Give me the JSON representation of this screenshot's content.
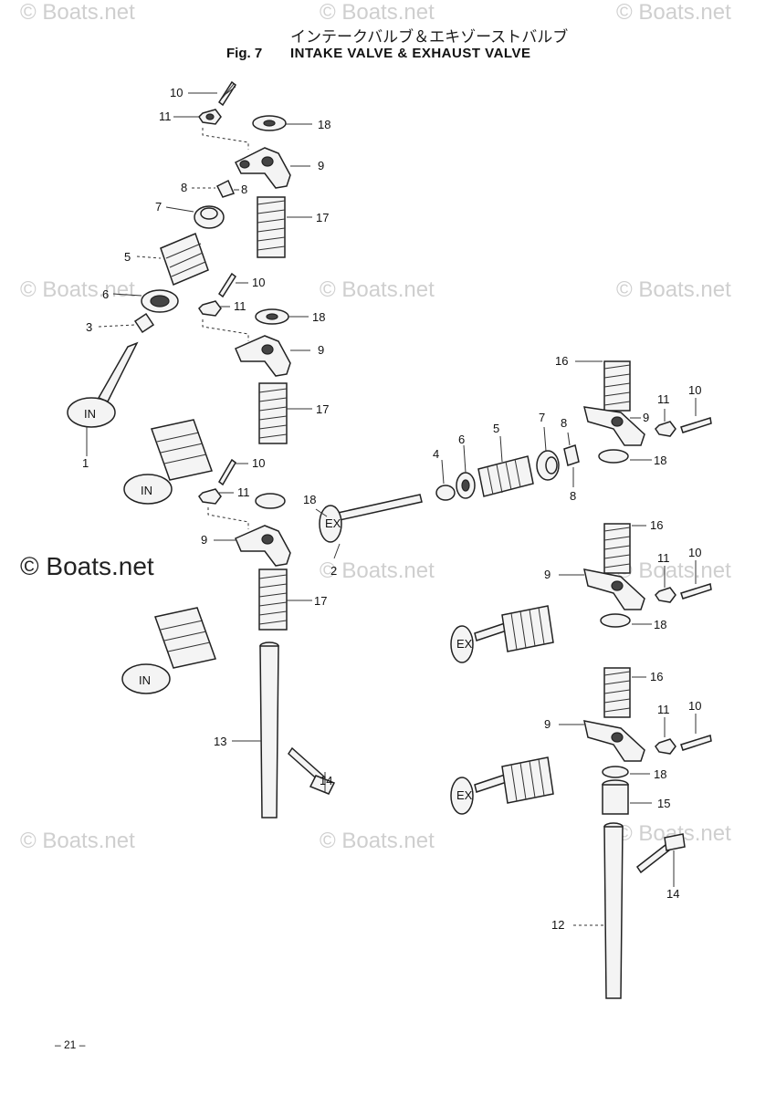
{
  "header": {
    "title_jp": "インテークバルブ＆エキゾーストバルブ",
    "fig": "Fig. 7",
    "title_en": "INTAKE VALVE & EXHAUST VALVE"
  },
  "watermark": "© Boats.net",
  "watermark_strong": "© Boats.net",
  "footer": {
    "page": "– 21 –"
  },
  "callouts": {
    "c1": "1",
    "c2": "2",
    "c3": "3",
    "c4": "4",
    "c5a": "5",
    "c5b": "5",
    "c6a": "6",
    "c6b": "6",
    "c7a": "7",
    "c7b": "7",
    "c8a": "8",
    "c8b": "8",
    "c8c": "8",
    "c8d": "8",
    "c9a": "9",
    "c9b": "9",
    "c9c": "9",
    "c9d": "9",
    "c9e": "9",
    "c9f": "9",
    "c10a": "10",
    "c10b": "10",
    "c10c": "10",
    "c10d": "10",
    "c10e": "10",
    "c10f": "10",
    "c11a": "11",
    "c11b": "11",
    "c11c": "11",
    "c11d": "11",
    "c11e": "11",
    "c11f": "11",
    "c12": "12",
    "c13": "13",
    "c14a": "14",
    "c14b": "14",
    "c15": "15",
    "c16a": "16",
    "c16b": "16",
    "c16c": "16",
    "c17a": "17",
    "c17b": "17",
    "c17c": "17",
    "c18a": "18",
    "c18b": "18",
    "c18c": "18",
    "c18d": "18",
    "c18e": "18",
    "c18f": "18"
  },
  "valve_marks": {
    "in1": "IN",
    "in2": "IN",
    "in3": "IN",
    "ex1": "EX",
    "ex2": "EX",
    "ex3": "EX"
  }
}
